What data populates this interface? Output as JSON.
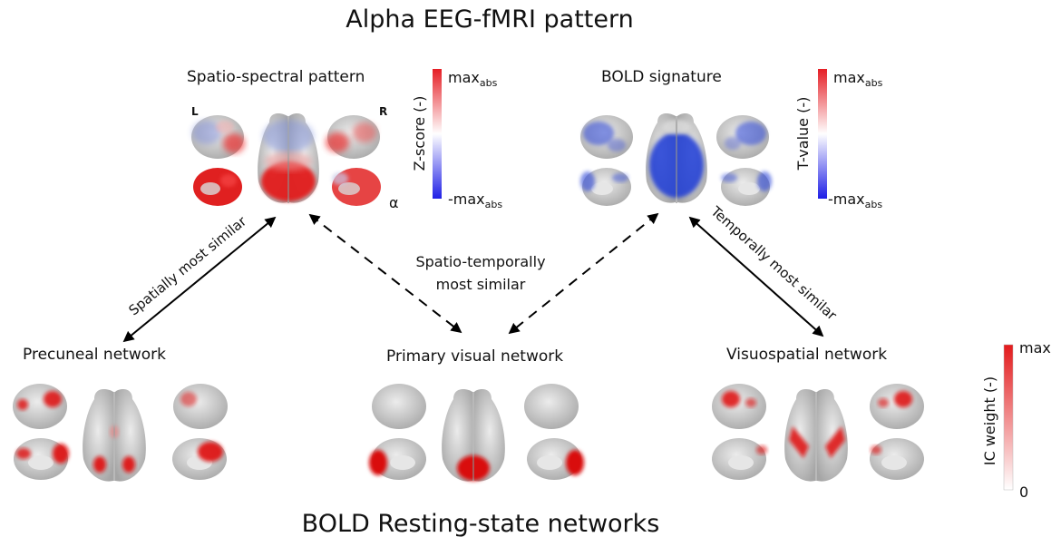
{
  "title": "Alpha EEG-fMRI pattern",
  "bottom_title": "BOLD Resting-state networks",
  "panels": {
    "spatio_spectral": {
      "title": "Spatio-spectral pattern",
      "left_label": "L",
      "right_label": "R",
      "band_symbol": "α",
      "colorbar": {
        "axis_label": "Z-score (-)",
        "max_base": "max",
        "max_sub": "abs",
        "min_base": "-max",
        "min_sub": "abs",
        "top_color": "#e51e25",
        "mid_color": "#ffffff",
        "bottom_color": "#1f1fe6"
      }
    },
    "bold_signature": {
      "title": "BOLD signature",
      "colorbar": {
        "axis_label": "T-value (-)",
        "max_base": "max",
        "max_sub": "abs",
        "min_base": "-max",
        "min_sub": "abs",
        "top_color": "#e51e25",
        "mid_color": "#ffffff",
        "bottom_color": "#1f1fe6"
      }
    }
  },
  "networks": {
    "precuneal": {
      "title": "Precuneal network"
    },
    "primary_visual": {
      "title": "Primary visual network"
    },
    "visuospatial": {
      "title": "Visuospatial network"
    },
    "colorbar": {
      "axis_label": "IC weight (-)",
      "max": "max",
      "min": "0",
      "top_color": "#e31a1c",
      "bottom_color": "#ffffff"
    }
  },
  "arrows": {
    "spatially": "Spatially most similar",
    "temporally": "Temporally most similar",
    "spatiotemporal_line1": "Spatio-temporally",
    "spatiotemporal_line2": "most similar"
  },
  "colors": {
    "brain_base": "#d2d2d2",
    "positive": "#e0141c",
    "negative": "#1530d8"
  }
}
